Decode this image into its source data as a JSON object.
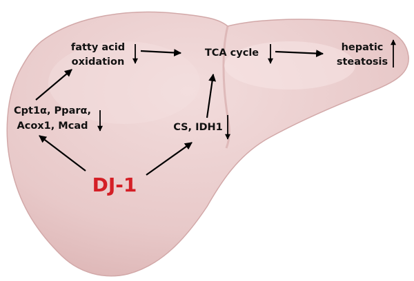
{
  "colors": {
    "liver_fill": "#e9cccc",
    "liver_edge": "#c99a9a",
    "highlight": "#f6e3e3",
    "dj1": "#d41f26",
    "arrow": "#000000"
  },
  "nodes": {
    "fatty_acid_line1": "fatty acid",
    "fatty_acid_line2": "oxidation",
    "tca": "TCA cycle",
    "hepatic_line1": "hepatic",
    "hepatic_line2": "steatosis",
    "genes_line1": "Cpt1α, Pparα,",
    "genes_line2": "Acox1, Mcad",
    "cs_idh1": "CS, IDH1",
    "dj1": "DJ-1"
  },
  "indicators": {
    "fatty_acid": "down",
    "tca": "down",
    "hepatic": "up",
    "genes": "down",
    "cs_idh1": "down"
  }
}
